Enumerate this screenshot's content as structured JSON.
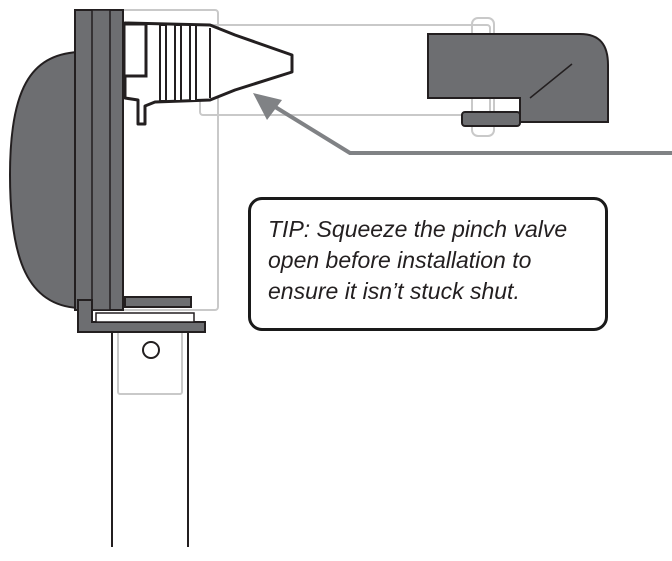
{
  "tip": {
    "text": "TIP: Squeeze the pinch valve open before installation to ensure it isn’t stuck shut."
  },
  "colors": {
    "housing_fill": "#6d6e71",
    "outline": "#231f20",
    "ghost_outline": "#c9c9c9",
    "callout_line": "#808285",
    "tip_border": "#1a1a1a"
  },
  "icons": [
    "pinch-valve",
    "elbow-fitting",
    "callout-arrow"
  ]
}
